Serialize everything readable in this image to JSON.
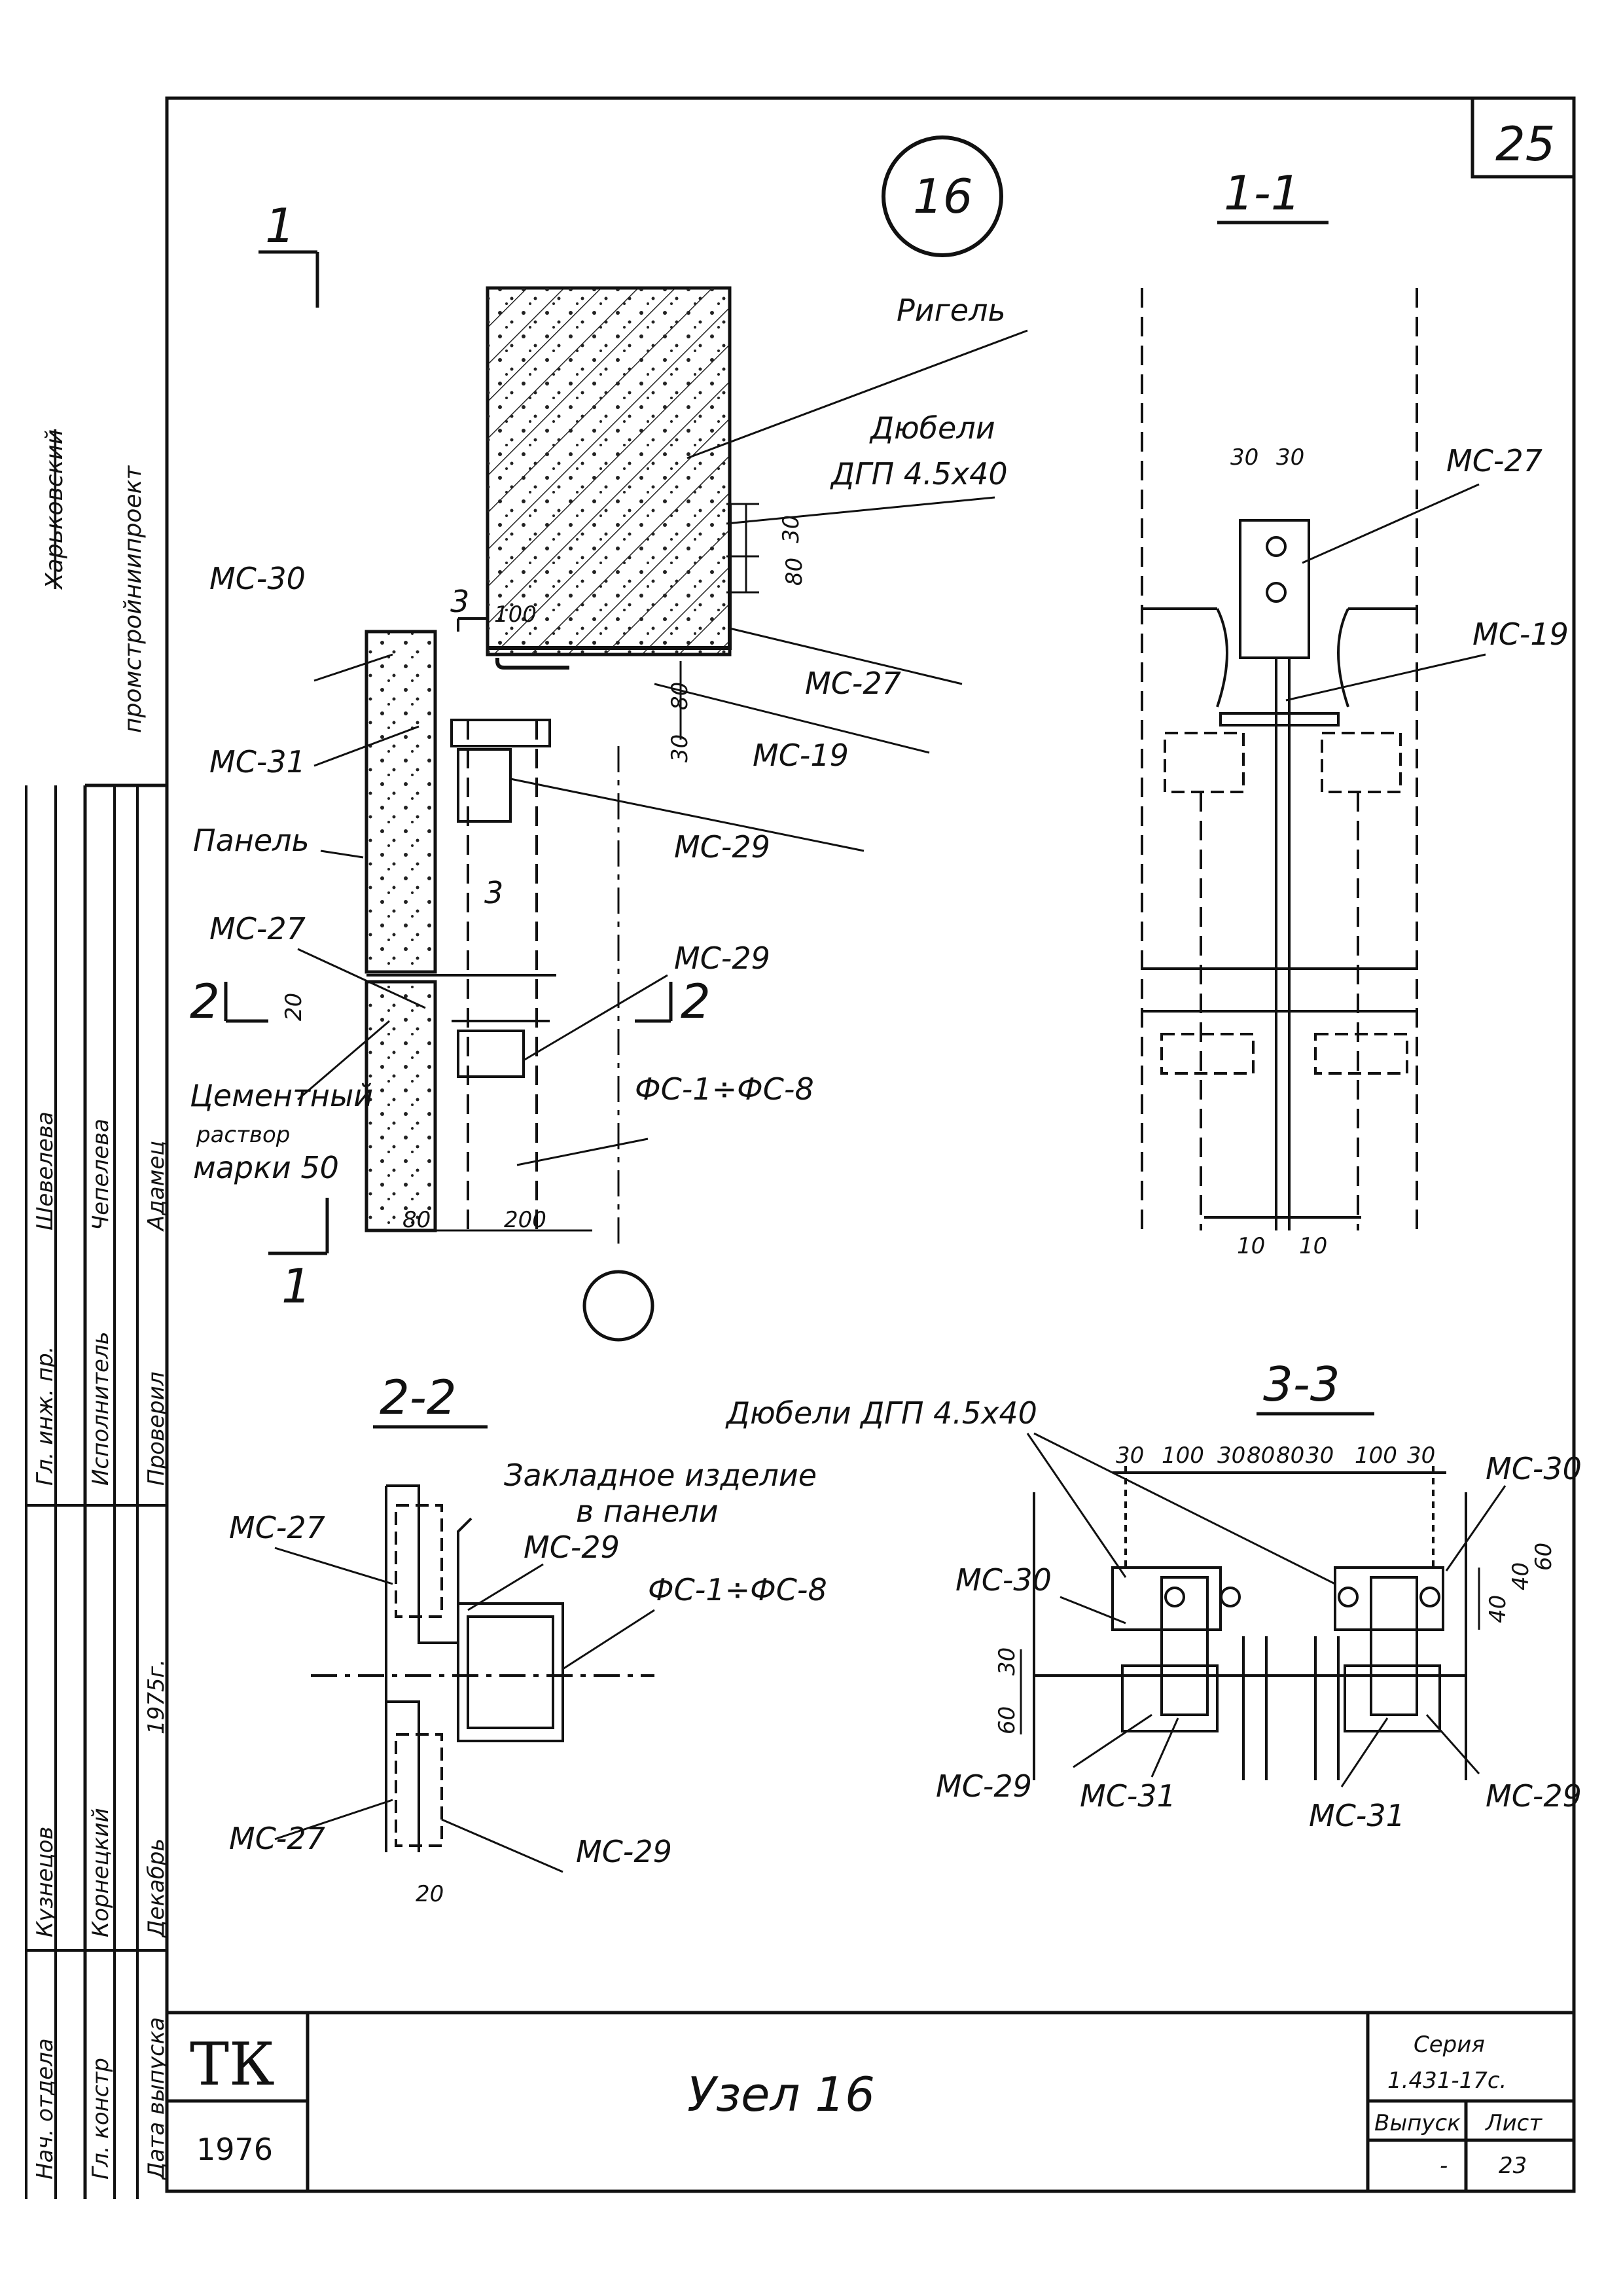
{
  "sheet": {
    "number": "25",
    "node_circle": "16",
    "title": "Узел 16",
    "logo": "ТК",
    "year": "1976",
    "series_label": "Серия",
    "series_value": "1.431-17с.",
    "issue_label": "Выпуск",
    "sheet_label": "Лист",
    "issue_value": "-",
    "sheet_value": "23"
  },
  "org": {
    "city_struck": "Харьковский",
    "institute": "промстройниипроект"
  },
  "side_stamp": {
    "roles": [
      "Нач. отдела",
      "Гл. констр",
      "Дата выпуска",
      "Гл. инж. пр.",
      "Исполнитель",
      "Проверил"
    ],
    "names": [
      "Кузнецов",
      "Корнецкий",
      "Декабрь",
      "Шевелева",
      "Чепелева",
      "Адамец"
    ],
    "date": "1975г."
  },
  "section_marks": {
    "s1": "1",
    "s2": "2",
    "s3": "3"
  },
  "main_view": {
    "rigel": "Ригель",
    "dowels_1": "Дюбели",
    "dowels_2": "ДГП 4.5х40",
    "mc30": "МС-30",
    "mc31": "МС-31",
    "panel": "Панель",
    "mc27_left": "МС-27",
    "mc27_right": "МС-27",
    "mc19": "МС-19",
    "mc29_top": "МС-29",
    "mc29_bottom": "МС-29",
    "cement_1": "Цементный",
    "cement_2": "раствор",
    "cement_3": "марки 50",
    "fc": "ФС-1÷ФС-8",
    "d30": "30",
    "d80": "80",
    "d100": "100",
    "d80b": "80",
    "d30b": "30",
    "d20": "20",
    "d80c": "80",
    "d200": "200"
  },
  "view_1_1": {
    "title": "1-1",
    "mc27": "МС-27",
    "mc19": "МС-19",
    "d30a": "30",
    "d30b": "30",
    "d10a": "10",
    "d10b": "10"
  },
  "view_2_2": {
    "title": "2-2",
    "embedded_1": "Закладное изделие",
    "embedded_2": "в панели",
    "mc27_top": "МС-27",
    "mc29_top": "МС-29",
    "fc": "ФС-1÷ФС-8",
    "mc27_bottom": "МС-27",
    "mc29_bottom": "МС-29",
    "d20": "20"
  },
  "view_3_3": {
    "title": "3-3",
    "dowels": "Дюбели ДГП 4.5х40",
    "mc30_left": "МС-30",
    "mc30_right": "МС-30",
    "mc29_left": "МС-29",
    "mc31_left": "МС-31",
    "mc31_right": "МС-31",
    "mc29_right": "МС-29",
    "dims_top": [
      "30",
      "100",
      "30",
      "80",
      "80",
      "30",
      "100",
      "30"
    ],
    "d60a": "60",
    "d30a": "30",
    "d40": "40",
    "d40b": "40",
    "d60b": "60"
  }
}
